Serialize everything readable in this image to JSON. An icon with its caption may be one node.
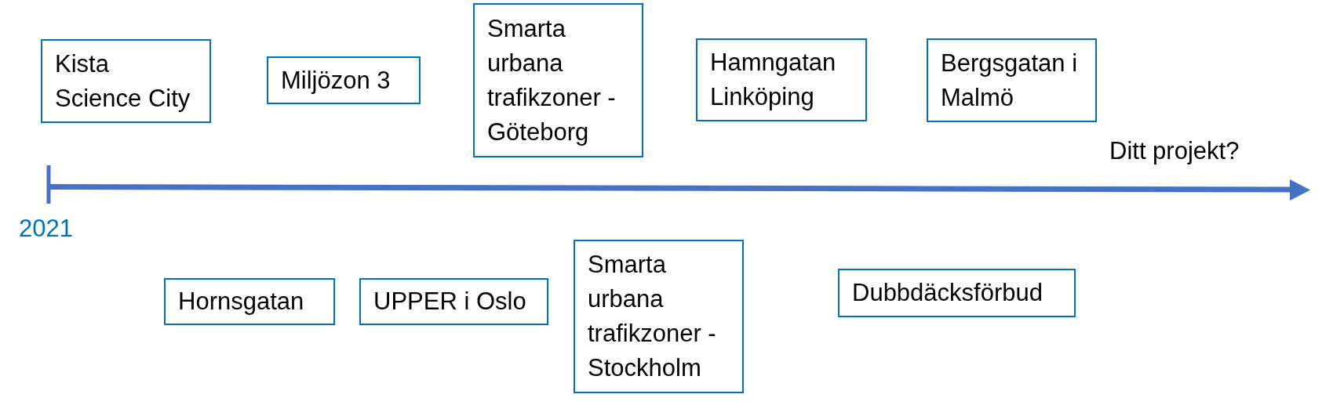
{
  "diagram": {
    "nodes": [
      {
        "text": [
          "Kista Science City"
        ]
      },
      {
        "text": [
          "Miljözon 3"
        ]
      },
      {
        "text": [
          "Smarta urbana trafikzoner - Göteborg"
        ]
      },
      {
        "text": [
          "Hamngatan Linköping"
        ]
      },
      {
        "text": [
          "Bergsgatan i Malmö"
        ]
      },
      {
        "text": [
          "Hornsgatan"
        ]
      },
      {
        "text": [
          "UPPER i Oslo"
        ]
      },
      {
        "text": [
          "Smarta urbana trafikzoner - Stockholm"
        ]
      },
      {
        "text": [
          "Dubbdäcksförbud"
        ]
      }
    ],
    "labels": [
      "Ditt projekt?",
      "2021"
    ]
  }
}
